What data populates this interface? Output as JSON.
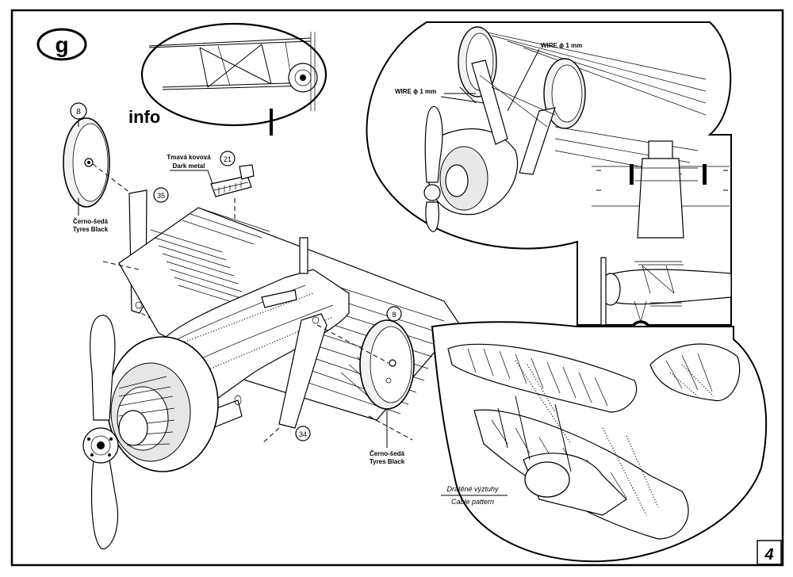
{
  "step": {
    "letter": "g",
    "page_number": "4"
  },
  "info_label": "info",
  "parts": {
    "wheel_left": {
      "number": "8",
      "color_cz": "Černo-šedá",
      "color_en": "Tyres Black"
    },
    "wheel_right": {
      "number": "8",
      "color_cz": "Černo-šedá",
      "color_en": "Tyres Black"
    },
    "strut_left": {
      "number": "35"
    },
    "strut_right": {
      "number": "34"
    },
    "intake": {
      "number": "21",
      "color_cz": "Tmavá kovová",
      "color_en": "Dark metal"
    }
  },
  "wire_labels": [
    "WIRE ϕ 1 mm",
    "WIRE ϕ 1 mm"
  ],
  "cable": {
    "cz": "Drátěné výztuhy",
    "en": "Cable pattern"
  }
}
